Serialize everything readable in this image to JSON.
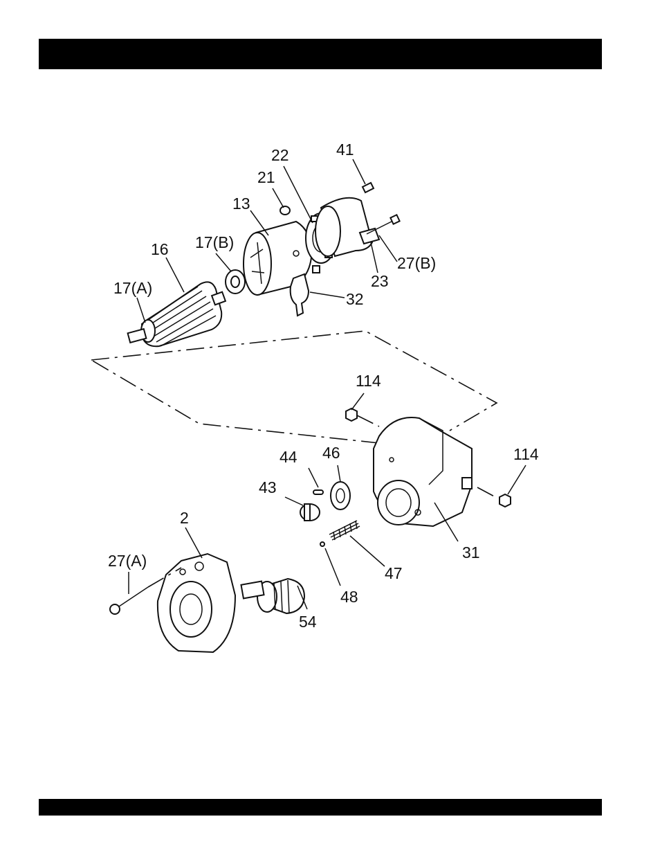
{
  "labels": {
    "p22": "22",
    "p41": "41",
    "p21": "21",
    "p13": "13",
    "p16": "16",
    "p17b": "17(B)",
    "p17a": "17(A)",
    "p27b": "27(B)",
    "p23": "23",
    "p32": "32",
    "p114a": "114",
    "p114b": "114",
    "p44": "44",
    "p46": "46",
    "p43": "43",
    "p2": "2",
    "p27a": "27(A)",
    "p31": "31",
    "p47": "47",
    "p48": "48",
    "p54": "54"
  }
}
